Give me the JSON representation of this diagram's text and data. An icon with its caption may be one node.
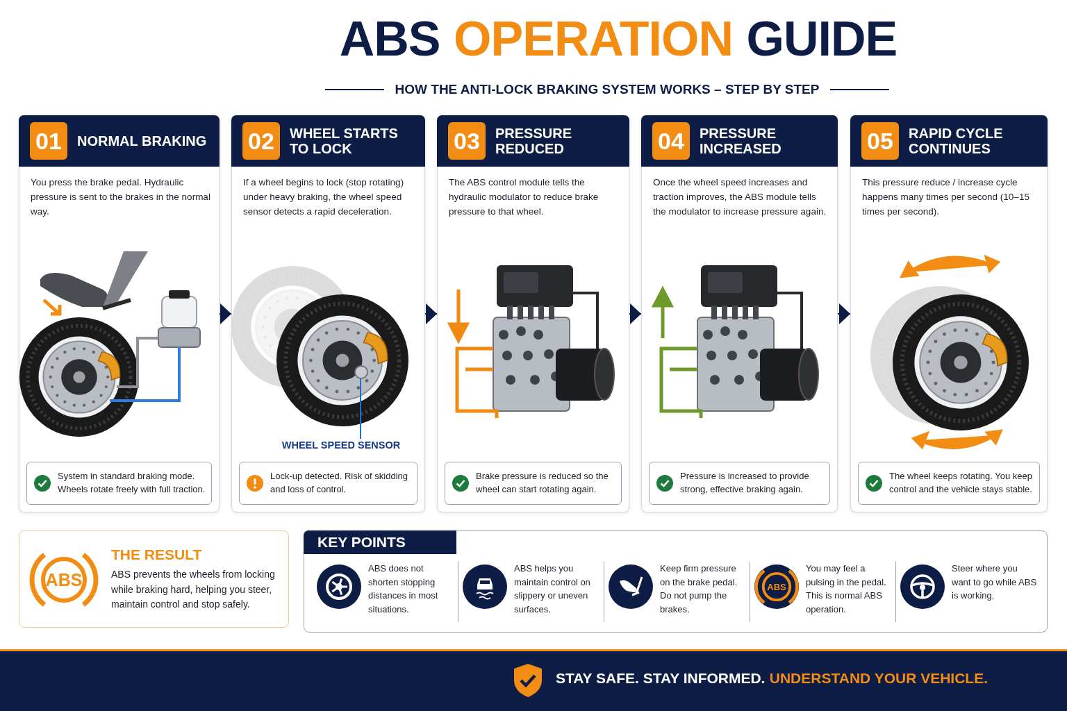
{
  "diagram": {
    "title": "ABS OPERATION GUIDE",
    "nodes": [
      {
        "text": [
          "01",
          "NORMAL BRAKING",
          "You press the brake pedal. Hydraulic pressure is sent to the brakes in the normal way.",
          "System in standard braking mode. Wheels rotate freely with full traction."
        ]
      },
      {
        "text": [
          "02",
          "WHEEL STARTS TO LOCK",
          "If a wheel begins to lock (stop rotating) under heavy braking, the wheel speed sensor detects a rapid deceleration.",
          "Lock-up detected. Risk of skidding and loss of control."
        ]
      },
      {
        "text": [
          "03",
          "PRESSURE REDUCED",
          "The ABS control module tells the hydraulic modulator to reduce brake pressure to that wheel.",
          "Brake pressure is reduced so the wheel can start rotating again."
        ]
      },
      {
        "text": [
          "04",
          "PRESSURE INCREASED",
          "Once the wheel speed increases and traction improves, the ABS module tells the modulator to increase pressure again.",
          "Pressure is increased to provide strong, effective braking again."
        ]
      },
      {
        "text": [
          "05",
          "RAPID CYCLE CONTINUES",
          "This pressure reduce / increase cycle happens many times per second (10–15 times per second).",
          "The wheel keeps rotating. You keep control and the vehicle stays stable."
        ]
      },
      {
        "text": [
          "WHEEL SPEED SENSOR"
        ],
        "in": 1
      },
      {
        "text": [],
        "shape": "circle",
        "in": 1
      },
      {
        "text": [
          "THE RESULT",
          "ABS prevents the wheels from locking while braking hard, helping you steer, maintain control and stop safely."
        ]
      },
      {
        "text": [
          "KEY POINTS"
        ]
      }
    ],
    "edges": [
      {
        "from": 0,
        "to": 1,
        "arrow": "to"
      },
      {
        "from": 1,
        "to": 2,
        "arrow": "to"
      },
      {
        "from": 2,
        "to": 3,
        "arrow": "to"
      },
      {
        "from": 3,
        "to": 4,
        "arrow": "to"
      },
      {
        "from": 5,
        "to": 6,
        "arrow": "none",
        "color": "#1f6fd1"
      }
    ],
    "labels": [
      "HOW THE ANTI-LOCK BRAKING SYSTEM WORKS – STEP BY STEP",
      "ABS",
      "ABS does not shorten stopping distances in most situations.",
      "ABS helps you maintain control on slippery or uneven surfaces.",
      "Keep firm pressure on the brake pedal. Do not pump the brakes.",
      "ABS",
      "You may feel a pulsing in the pedal. This is normal ABS operation.",
      "Steer where you want to go while ABS is working.",
      "STAY SAFE. STAY INFORMED.",
      "UNDERSTAND YOUR VEHICLE."
    ]
  }
}
